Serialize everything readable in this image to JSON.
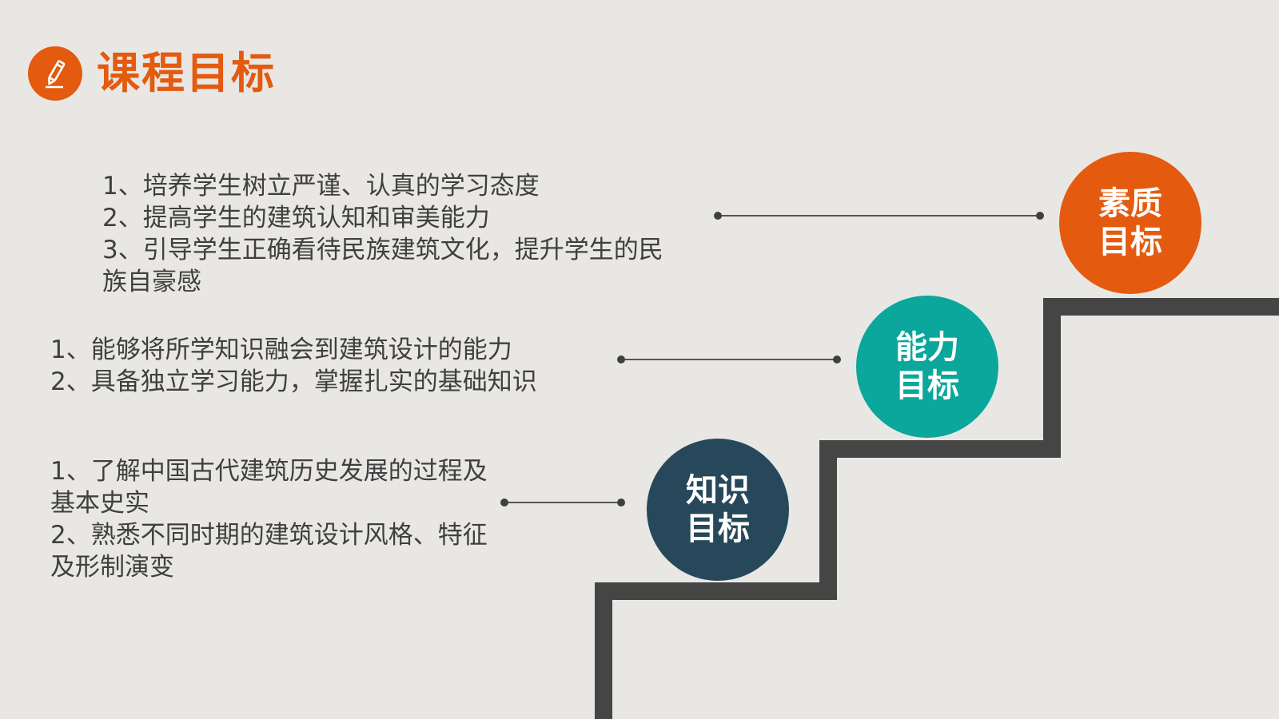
{
  "header": {
    "title": "课程目标",
    "icon": "pencil-icon",
    "accent_color": "#e45a0e"
  },
  "goals": {
    "quality": {
      "label_line1": "素质",
      "label_line2": "目标",
      "color": "#e45a0e",
      "items": [
        "1、培养学生树立严谨、认真的学习态度",
        "2、提高学生的建筑认知和审美能力",
        "3、引导学生正确看待民族建筑文化，提升学生的民族自豪感"
      ]
    },
    "ability": {
      "label_line1": "能力",
      "label_line2": "目标",
      "color": "#0ba69c",
      "items": [
        "1、能够将所学知识融会到建筑设计的能力",
        "2、具备独立学习能力，掌握扎实的基础知识"
      ]
    },
    "knowledge": {
      "label_line1": "知识",
      "label_line2": "目标",
      "color": "#27485a",
      "items": [
        "1、了解中国古代建筑历史发展的过程及基本史实",
        "2、熟悉不同时期的建筑设计风格、特征及形制演变"
      ]
    }
  },
  "stairs_color": "#454545"
}
